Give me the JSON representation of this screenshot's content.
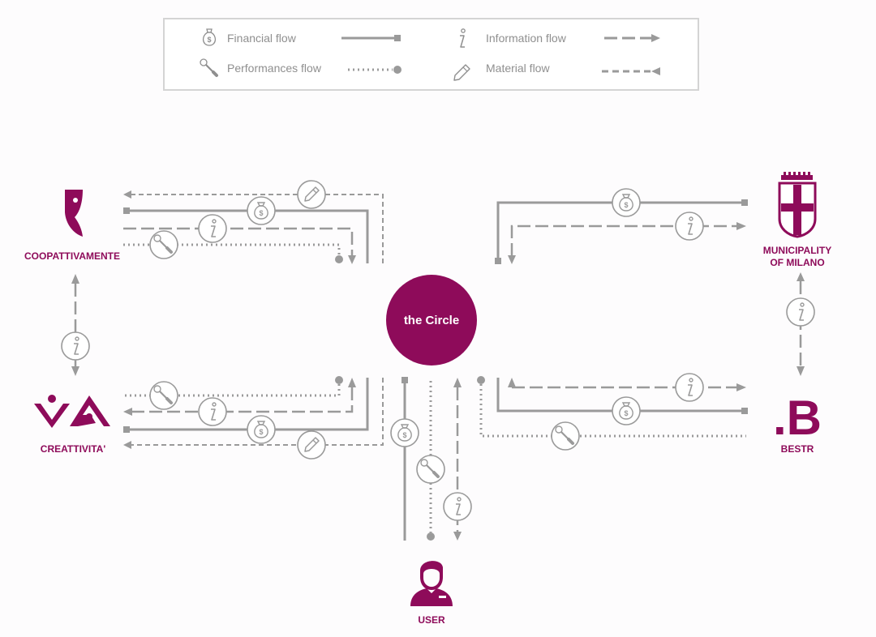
{
  "colors": {
    "brand": "#8e0b5a",
    "line": "#9a9a9a",
    "legend_border": "#d4d4d4",
    "legend_text": "#8f8f8f",
    "center_text": "#ffffff"
  },
  "legend": {
    "financial": "Financial flow",
    "performances": "Performances flow",
    "information": "Information flow",
    "material": "Material flow"
  },
  "center": {
    "label": "the Circle"
  },
  "nodes": {
    "coopattivamente": "COOPATTIVAMENTE",
    "creattivita": "CREATTIVITA'",
    "municipality_line1": "MUNICIPALITY",
    "municipality_line2": "OF MILANO",
    "bestr": "BESTR",
    "user": "USER"
  },
  "logos": {
    "bestr": ".B"
  },
  "icons": {
    "financial": "money-bag-icon",
    "performances": "wrench-icon",
    "information": "info-icon",
    "material": "pencil-icon"
  }
}
